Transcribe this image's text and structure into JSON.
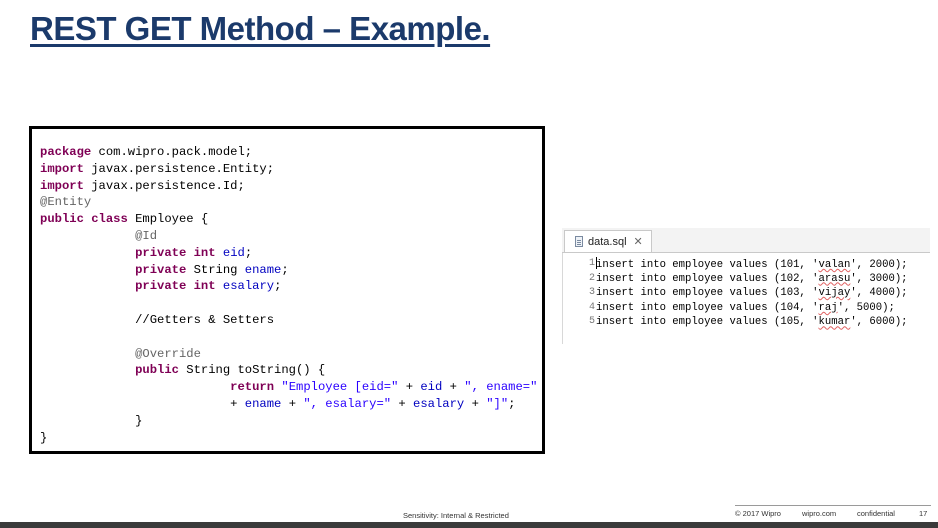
{
  "slide": {
    "title": "REST GET Method – Example."
  },
  "code_box": {
    "lines": [
      {
        "indent": "",
        "parts": [
          {
            "t": "kw",
            "v": "package"
          },
          {
            "t": "plain",
            "v": " com.wipro.pack.model;"
          }
        ]
      },
      {
        "indent": "",
        "parts": [
          {
            "t": "kw",
            "v": "import"
          },
          {
            "t": "plain",
            "v": " javax.persistence.Entity;"
          }
        ]
      },
      {
        "indent": "",
        "parts": [
          {
            "t": "kw",
            "v": "import"
          },
          {
            "t": "plain",
            "v": " javax.persistence.Id;"
          }
        ]
      },
      {
        "indent": "",
        "parts": [
          {
            "t": "ann",
            "v": "@Entity"
          }
        ]
      },
      {
        "indent": "",
        "parts": [
          {
            "t": "kw",
            "v": "public"
          },
          {
            "t": "plain",
            "v": " "
          },
          {
            "t": "kw",
            "v": "class"
          },
          {
            "t": "plain",
            "v": " Employee {"
          }
        ]
      },
      {
        "indent": "             ",
        "parts": [
          {
            "t": "ann",
            "v": "@Id"
          }
        ]
      },
      {
        "indent": "             ",
        "parts": [
          {
            "t": "kw",
            "v": "private"
          },
          {
            "t": "plain",
            "v": " "
          },
          {
            "t": "kw",
            "v": "int"
          },
          {
            "t": "plain",
            "v": " "
          },
          {
            "t": "fld",
            "v": "eid"
          },
          {
            "t": "plain",
            "v": ";"
          }
        ]
      },
      {
        "indent": "             ",
        "parts": [
          {
            "t": "kw",
            "v": "private"
          },
          {
            "t": "plain",
            "v": " String "
          },
          {
            "t": "fld",
            "v": "ename"
          },
          {
            "t": "plain",
            "v": ";"
          }
        ]
      },
      {
        "indent": "             ",
        "parts": [
          {
            "t": "kw",
            "v": "private"
          },
          {
            "t": "plain",
            "v": " "
          },
          {
            "t": "kw",
            "v": "int"
          },
          {
            "t": "plain",
            "v": " "
          },
          {
            "t": "fld",
            "v": "esalary"
          },
          {
            "t": "plain",
            "v": ";"
          }
        ]
      },
      {
        "indent": "",
        "parts": []
      },
      {
        "indent": "             ",
        "parts": [
          {
            "t": "plain",
            "v": "//Getters & Setters"
          }
        ]
      },
      {
        "indent": "",
        "parts": []
      },
      {
        "indent": "             ",
        "parts": [
          {
            "t": "ann",
            "v": "@Override"
          }
        ]
      },
      {
        "indent": "             ",
        "parts": [
          {
            "t": "kw",
            "v": "public"
          },
          {
            "t": "plain",
            "v": " String toString() {"
          }
        ]
      },
      {
        "indent": "                          ",
        "parts": [
          {
            "t": "kw",
            "v": "return"
          },
          {
            "t": "plain",
            "v": " "
          },
          {
            "t": "str",
            "v": "\"Employee [eid=\""
          },
          {
            "t": "plain",
            "v": " + "
          },
          {
            "t": "fld",
            "v": "eid"
          },
          {
            "t": "plain",
            "v": " + "
          },
          {
            "t": "str",
            "v": "\", ename=\""
          }
        ]
      },
      {
        "indent": "                          ",
        "parts": [
          {
            "t": "plain",
            "v": "+ "
          },
          {
            "t": "fld",
            "v": "ename"
          },
          {
            "t": "plain",
            "v": " + "
          },
          {
            "t": "str",
            "v": "\", esalary=\""
          },
          {
            "t": "plain",
            "v": " + "
          },
          {
            "t": "fld",
            "v": "esalary"
          },
          {
            "t": "plain",
            "v": " + "
          },
          {
            "t": "str",
            "v": "\"]\""
          },
          {
            "t": "plain",
            "v": ";"
          }
        ]
      },
      {
        "indent": "             ",
        "parts": [
          {
            "t": "plain",
            "v": "}"
          }
        ]
      },
      {
        "indent": "",
        "parts": [
          {
            "t": "plain",
            "v": "}"
          }
        ]
      }
    ]
  },
  "sql_editor": {
    "tab_label": "data.sql",
    "tab_close": "✕",
    "rows": [
      {
        "num": "1",
        "pre": "insert into employee values (101, '",
        "name": "valan",
        "post": "', 2000);"
      },
      {
        "num": "2",
        "pre": "insert into employee values (102, '",
        "name": "arasu",
        "post": "', 3000);"
      },
      {
        "num": "3",
        "pre": "insert into employee values (103, '",
        "name": "vijay",
        "post": "', 4000);"
      },
      {
        "num": "4",
        "pre": "insert into employee values (104, '",
        "name": "raj",
        "post": "', 5000);"
      },
      {
        "num": "5",
        "pre": "insert into employee values (105, '",
        "name": "kumar",
        "post": "', 6000);"
      }
    ]
  },
  "footer": {
    "sensitivity": "Sensitivity: Internal & Restricted",
    "copyright": "© 2017  Wipro",
    "site": "wipro.com",
    "confidential": "confidential",
    "page": "17"
  },
  "colors": {
    "title": "#1b3a6b",
    "keyword": "#7f0055",
    "annotation": "#646464",
    "field": "#0000c0",
    "string": "#2a00ff"
  }
}
